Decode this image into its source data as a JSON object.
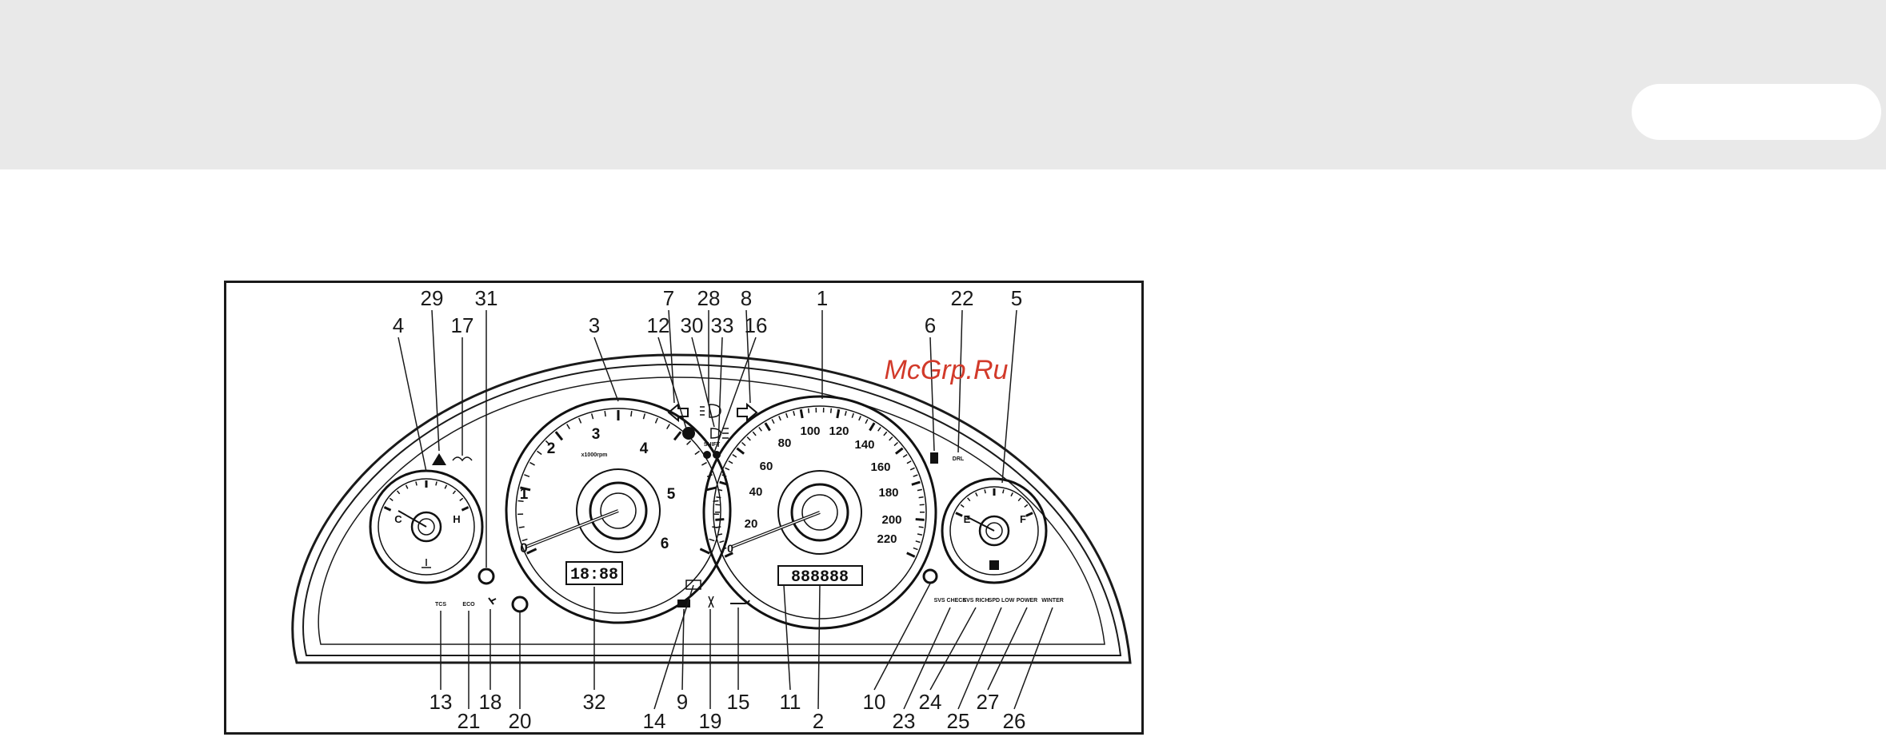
{
  "header": {
    "tab_label": ""
  },
  "figure": {
    "callouts_top": [
      "29",
      "31",
      "4",
      "17",
      "3",
      "7",
      "28",
      "8",
      "12",
      "30",
      "33",
      "16",
      "1",
      "6",
      "22",
      "5"
    ],
    "callouts_bottom": [
      "13",
      "21",
      "18",
      "20",
      "32",
      "14",
      "9",
      "19",
      "15",
      "11",
      "2",
      "10",
      "23",
      "24",
      "25",
      "27",
      "26"
    ],
    "watermark": "McGrp.Ru",
    "tachometer": {
      "numbers": [
        "1",
        "2",
        "3",
        "4",
        "5",
        "6"
      ],
      "zero": "0",
      "unit": "x1000rpm",
      "clock": "18:88"
    },
    "speedometer": {
      "numbers": [
        "20",
        "40",
        "60",
        "80",
        "100",
        "120",
        "140",
        "160",
        "180",
        "200",
        "220"
      ],
      "zero": "0",
      "odometer": "888888"
    },
    "temp_gauge": {
      "cold": "C",
      "hot": "H"
    },
    "fuel_gauge": {
      "empty": "E",
      "full": "F"
    },
    "indicators": {
      "tcs": "TCS",
      "eco": "ECO",
      "drl": "DRL",
      "shift": "SHIFT",
      "svs_check": "SVS CHECK",
      "svs_rich": "SVS RICH",
      "spd_low": "SPD LOW",
      "power": "POWER",
      "winter": "WINTER"
    }
  }
}
